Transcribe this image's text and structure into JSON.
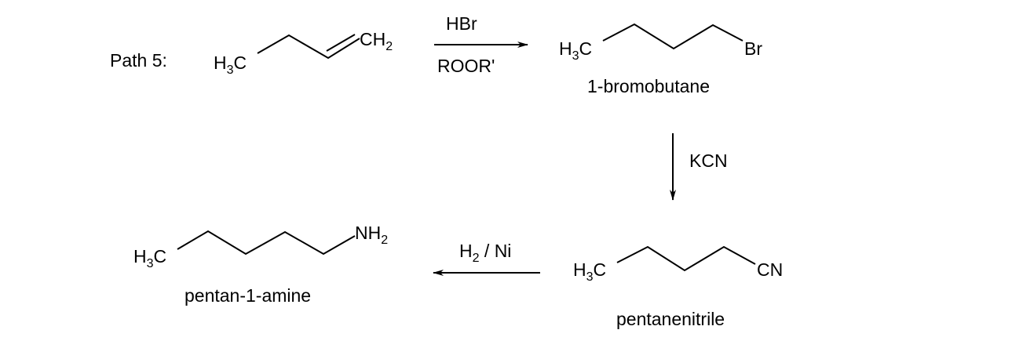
{
  "path_label": "Path 5:",
  "start": {
    "left": "H",
    "left_sub": "3",
    "left_c": "C",
    "right": "CH",
    "right_sub": "2"
  },
  "step1": {
    "reagent_top": "HBr",
    "reagent_bottom": "ROOR'"
  },
  "bromobutane": {
    "left": "H",
    "left_sub": "3",
    "left_c": "C",
    "right": "Br",
    "name": "1-bromobutane"
  },
  "step2": {
    "reagent": "KCN"
  },
  "nitrile": {
    "left": "H",
    "left_sub": "3",
    "left_c": "C",
    "right": "CN",
    "name": "pentanenitrile"
  },
  "step3": {
    "reagent_h": "H",
    "reagent_sub": "2",
    "reagent_rest": " / Ni"
  },
  "amine": {
    "left": "H",
    "left_sub": "3",
    "left_c": "C",
    "right": "NH",
    "right_sub": "2",
    "name": "pentan-1-amine"
  }
}
